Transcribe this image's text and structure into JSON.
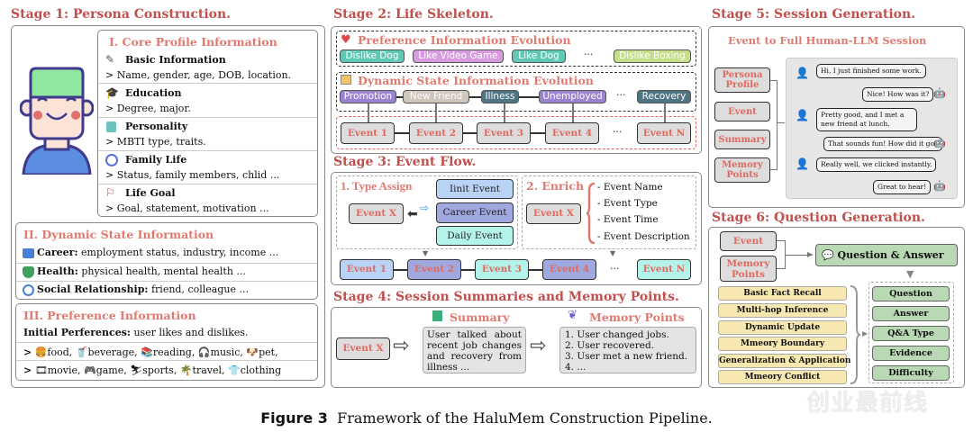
{
  "stage1": {
    "title": "Stage 1: Persona Construction.",
    "core": {
      "heading": "I. Core Profile Information",
      "items": [
        {
          "icon": "edit-icon",
          "title": "Basic Information",
          "desc": "> Name, gender, age, DOB, location."
        },
        {
          "icon": "graduation-cap-icon",
          "title": "Education",
          "desc": "> Degree, major."
        },
        {
          "icon": "personality-icon",
          "title": "Personality",
          "desc": "> MBTI type, traits."
        },
        {
          "icon": "home-icon",
          "title": "Family Life",
          "desc": "> Status, family members, chlid ..."
        },
        {
          "icon": "flag-icon",
          "title": "Life Goal",
          "desc": "> Goal, statement, motivation ..."
        }
      ]
    },
    "dynamic": {
      "heading": "II. Dynamic State Information",
      "items": [
        {
          "icon": "briefcase-icon",
          "label": "Career:",
          "desc": " employment status, industry, income ..."
        },
        {
          "icon": "shield-plus-icon",
          "label": "Health:",
          "desc": " physical health, mental health ..."
        },
        {
          "icon": "social-icon",
          "label": "Social Relationship:",
          "desc": " friend, colleague ..."
        }
      ]
    },
    "preference": {
      "heading": "III. Preference Information",
      "initial_label": "Initial Perferences:",
      "initial_desc": " user likes and dislikes.",
      "row1": [
        "food,",
        "beverage,",
        "reading,",
        "music,",
        "pet,"
      ],
      "row2": [
        "movie,",
        "game,",
        "sports,",
        "travel,",
        "clothing"
      ]
    }
  },
  "stage2": {
    "title": "Stage 2: Life Skeleton.",
    "pref_heading": "Preference Information Evolution",
    "pref_chips": [
      {
        "label": "Dislike Dog",
        "color": "#5fc9b5"
      },
      {
        "label": "Like Video Game",
        "color": "#d99be0"
      },
      {
        "label": "Like Dog",
        "color": "#5fc9b5"
      },
      {
        "label": "Dislike Boxing",
        "color": "#c5df8a"
      }
    ],
    "dyn_heading": "Dynamic State Information Evolution",
    "dyn_chips": [
      {
        "label": "Promotion",
        "color": "#9a83cf"
      },
      {
        "label": "New Friend",
        "color": "#cfc6bc"
      },
      {
        "label": "Illness",
        "color": "#4f7483"
      },
      {
        "label": "Unemployed",
        "color": "#9a83cf"
      },
      {
        "label": "Recovery",
        "color": "#4f7483"
      }
    ],
    "events": [
      "Event 1",
      "Event 2",
      "Event 3",
      "Event 4",
      "Event N"
    ],
    "ellipsis": "···"
  },
  "stage3": {
    "title": "Stage 3: Event Flow.",
    "type_assign": "1. Type Assign",
    "enrich": "2. Enrich",
    "event_x": "Event X",
    "types": [
      {
        "label": "Iinit Event",
        "color": "#b9d3f7"
      },
      {
        "label": "Career Event",
        "color": "#9fa9df"
      },
      {
        "label": "Daily Event",
        "color": "#b4f3ea"
      }
    ],
    "fields": [
      "- Event Name",
      "- Event Type",
      "- Event Time",
      "- Event Description"
    ],
    "events": [
      {
        "label": "Event 1",
        "color": "#b9d3f7"
      },
      {
        "label": "Event 2",
        "color": "#9fa9df"
      },
      {
        "label": "Event 3",
        "color": "#b4f3ea"
      },
      {
        "label": "Event 4",
        "color": "#9fa9df"
      },
      {
        "label": "Event N",
        "color": "#b4f3ea"
      }
    ]
  },
  "stage4": {
    "title": "Stage 4: Session Summaries and Memory Points.",
    "event_x": "Event X",
    "summary_heading": "Summary",
    "summary_text": "User talked about recent job changes and recovery from illness ...",
    "memory_heading": "Memory Points",
    "memory_items": [
      "1. User changed jobs.",
      "2. User recovered.",
      "3. User met a new friend.",
      "4. ..."
    ]
  },
  "stage5": {
    "title": "Stage 5: Session Generation.",
    "heading": "Event to  Full Human-LLM Session",
    "inputs": [
      "Persona Profile",
      "Event",
      "Summary",
      "Memory Points"
    ],
    "messages": [
      {
        "role": "user",
        "text": "Hi, I just finished some work."
      },
      {
        "role": "bot",
        "text": "Nice! How was it?"
      },
      {
        "role": "user",
        "text": "Pretty good, and I met a new friend at lunch."
      },
      {
        "role": "bot",
        "text": "That sounds fun! How did it go?"
      },
      {
        "role": "user",
        "text": "Really well, we clicked instantly."
      },
      {
        "role": "bot",
        "text": "Great to hear!"
      }
    ]
  },
  "stage6": {
    "title": "Stage 6: Question Generation.",
    "inputs": [
      "Event",
      "Memory Points"
    ],
    "qa": "Question & Answer",
    "types": [
      "Basic Fact Recall",
      "Multi-hop Inference",
      "Dynamic Update",
      "Mmeory Boundary",
      "Generalization & Application",
      "Mmeory Conflict"
    ],
    "fields": [
      "Question",
      "Answer",
      "Q&A Type",
      "Evidence",
      "Difficulty"
    ]
  },
  "caption": {
    "label": "Figure 3",
    "text": "Framework of the HaluMem Construction Pipeline."
  },
  "watermark": "创业最前线"
}
